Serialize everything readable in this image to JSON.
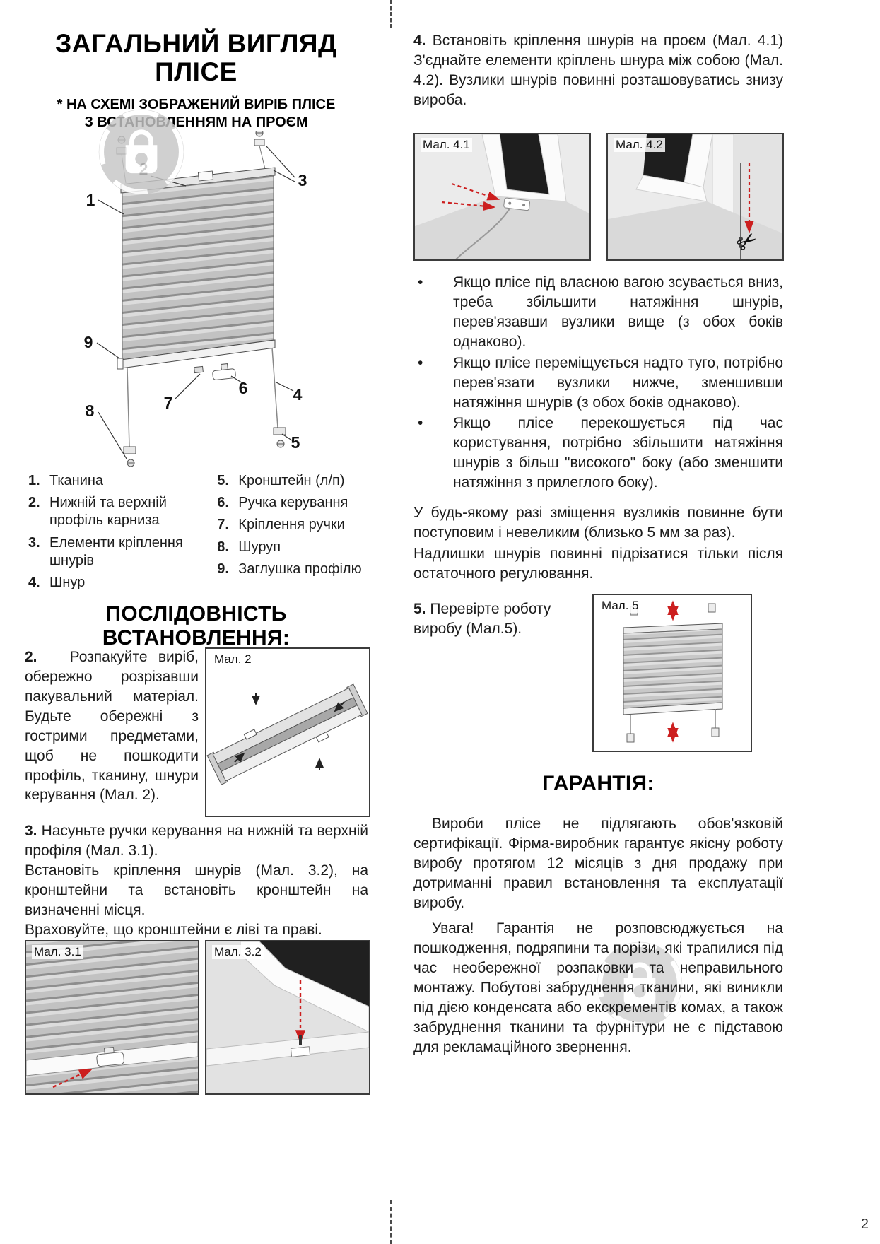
{
  "page": {
    "number": "2"
  },
  "header": {
    "title_line1": "ЗАГАЛЬНИЙ ВИГЛЯД",
    "title_line2": "ПЛІСЕ",
    "note_line1": "* НА СХЕМІ ЗОБРАЖЕНИЙ ВИРІБ ПЛІСЕ",
    "note_line2": "З ВСТАНОВЛЕННЯМ НА ПРОЄМ"
  },
  "diagram": {
    "callouts": [
      "1",
      "2",
      "3",
      "4",
      "5",
      "6",
      "7",
      "8",
      "9"
    ]
  },
  "legend": {
    "col1": [
      {
        "num": "1.",
        "label": "Тканина"
      },
      {
        "num": "2.",
        "label": "Нижній та верхній профіль карниза"
      },
      {
        "num": "3.",
        "label": "Елементи кріплення шнурів"
      },
      {
        "num": "4.",
        "label": "Шнур"
      }
    ],
    "col2": [
      {
        "num": "5.",
        "label": "Кронштейн (л/п)"
      },
      {
        "num": "6.",
        "label": "Ручка керування"
      },
      {
        "num": "7.",
        "label": "Кріплення ручки"
      },
      {
        "num": "8.",
        "label": "Шуруп"
      },
      {
        "num": "9.",
        "label": "Заглушка профілю"
      }
    ]
  },
  "install": {
    "heading": "ПОСЛІДОВНІСТЬ ВСТАНОВЛЕННЯ:",
    "step2_num": "2.",
    "step2_text": "Розпакуйте виріб, обережно розрізавши пакувальний матеріал. Будьте обережні з гострими предметами, щоб не пошкодити профіль, тканину, шнури керування (Мал. 2).",
    "fig2_label": "Мал. 2",
    "step3_num": "3.",
    "step3_line1": "Насуньте ручки керування на нижній та верхній профіля (Мал. 3.1).",
    "step3_line2": "Встановіть кріплення шнурів (Мал. 3.2), на кронштейни та встановіть кронштейн на визначенні місця.",
    "step3_line3": "Враховуйте, що кронштейни є ліві та праві.",
    "fig31_label": "Мал. 3.1",
    "fig32_label": "Мал. 3.2"
  },
  "step4": {
    "num": "4.",
    "text": "Встановіть кріплення шнурів на проєм (Мал. 4.1) З'єднайте елементи кріплень шнура між собою (Мал. 4.2). Вузлики шнурів повинні розташовуватись знизу вироба.",
    "fig41_label": "Мал. 4.1",
    "fig42_label": "Мал. 4.2"
  },
  "adjust": {
    "bullets": [
      "Якщо плісе під власною вагою зсувається вниз, треба збільшити натяжіння шнурів, перев'язавши вузлики вище (з обох боків однаково).",
      "Якщо плісе переміщується надто туго, потрібно перев'язати вузлики нижче, зменшивши натяжіння шнурів (з обох боків однаково).",
      "Якщо плісе перекошується під час користування, потрібно збільшити натяжіння шнурів з більш \"високого\" боку (або зменшити натяжіння з прилеглого боку)."
    ],
    "note1": "У будь-якому разі зміщення вузликів повинне бути поступовим і невеликим (близько 5 мм за раз).",
    "note2": "Надлишки шнурів повинні підрізатися тільки після остаточного регулювання."
  },
  "step5": {
    "num": "5.",
    "text": "Перевірте роботу виробу (Мал.5).",
    "fig5_label": "Мал. 5"
  },
  "warranty": {
    "heading": "ГАРАНТІЯ:",
    "p1": "Вироби плісе не підлягають обов'язковій сертифікації. Фірма-виробник гарантує якісну роботу виробу протягом 12 місяців з дня продажу при дотриманні правил встановлення та експлуатації виробу.",
    "p2": "Увага! Гарантія не розповсюджується на пошкодження, подряпини та порізи, які трапилися під час необережної розпаковки та неправильного монтажу. Побутові забруднення тканини, які виникли під дією конденсата або екскрементів комах, а також забруднення тканини та фурнітури не є підставою для рекламаційного звернення."
  },
  "colors": {
    "accent_red": "#cc1f1f",
    "pleat_grey": "#c2c2c2"
  }
}
